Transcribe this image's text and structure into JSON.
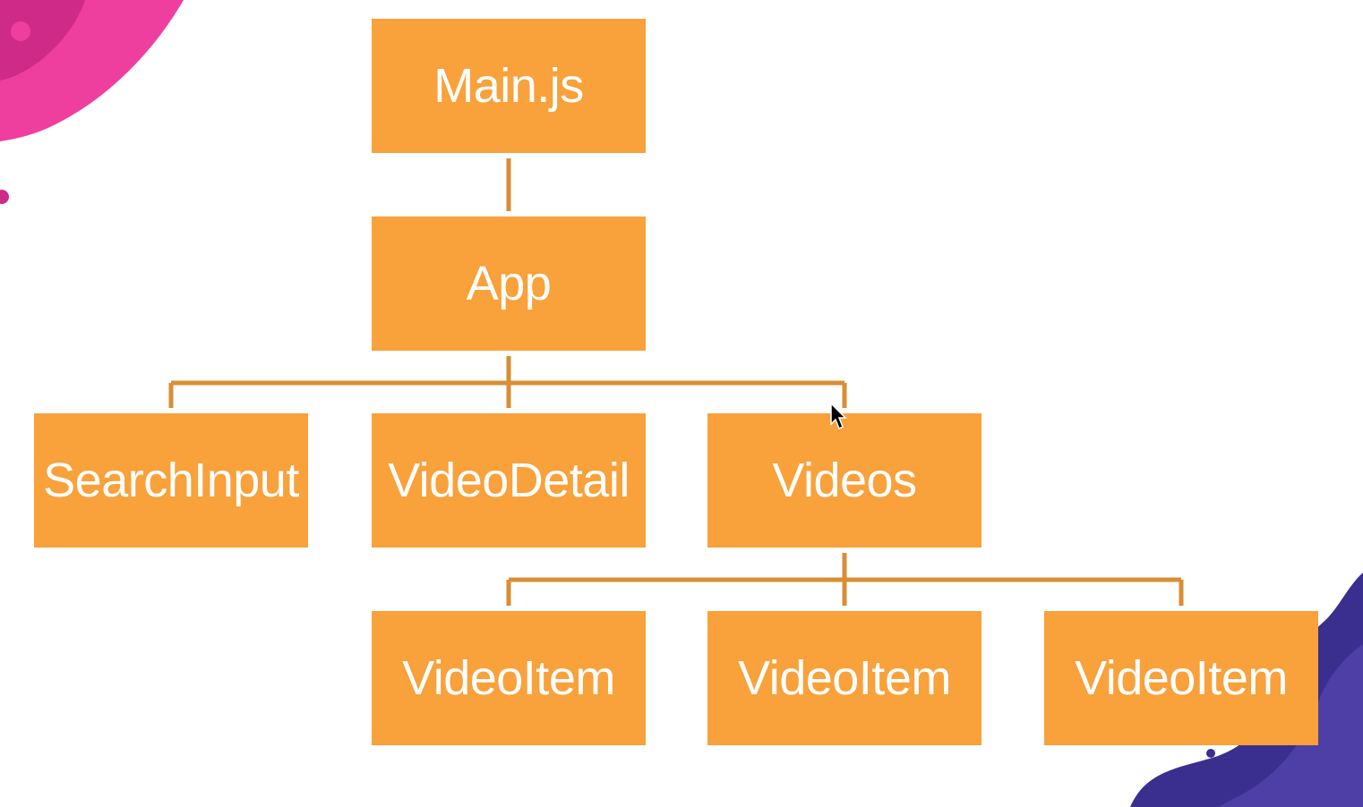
{
  "diagram": {
    "node_color": "#F9A13A",
    "connector_color": "#D98E35",
    "text_color": "#FFFFFF",
    "nodes": [
      {
        "id": "main",
        "label": "Main.js"
      },
      {
        "id": "app",
        "label": "App"
      },
      {
        "id": "search",
        "label": "SearchInput"
      },
      {
        "id": "detail",
        "label": "VideoDetail"
      },
      {
        "id": "videos",
        "label": "Videos"
      },
      {
        "id": "item1",
        "label": "VideoItem"
      },
      {
        "id": "item2",
        "label": "VideoItem"
      },
      {
        "id": "item3",
        "label": "VideoItem"
      }
    ],
    "edges": [
      {
        "from": "main",
        "to": "app"
      },
      {
        "from": "app",
        "to": "search"
      },
      {
        "from": "app",
        "to": "detail"
      },
      {
        "from": "app",
        "to": "videos"
      },
      {
        "from": "videos",
        "to": "item1"
      },
      {
        "from": "videos",
        "to": "item2"
      },
      {
        "from": "videos",
        "to": "item3"
      }
    ]
  },
  "decor": {
    "pink": "#EE3F9E",
    "magenta": "#CF2A88",
    "navy": "#3A2E8F",
    "navy_light": "#4D3FA5"
  },
  "cursor": {
    "icon": "arrow-cursor-icon"
  }
}
